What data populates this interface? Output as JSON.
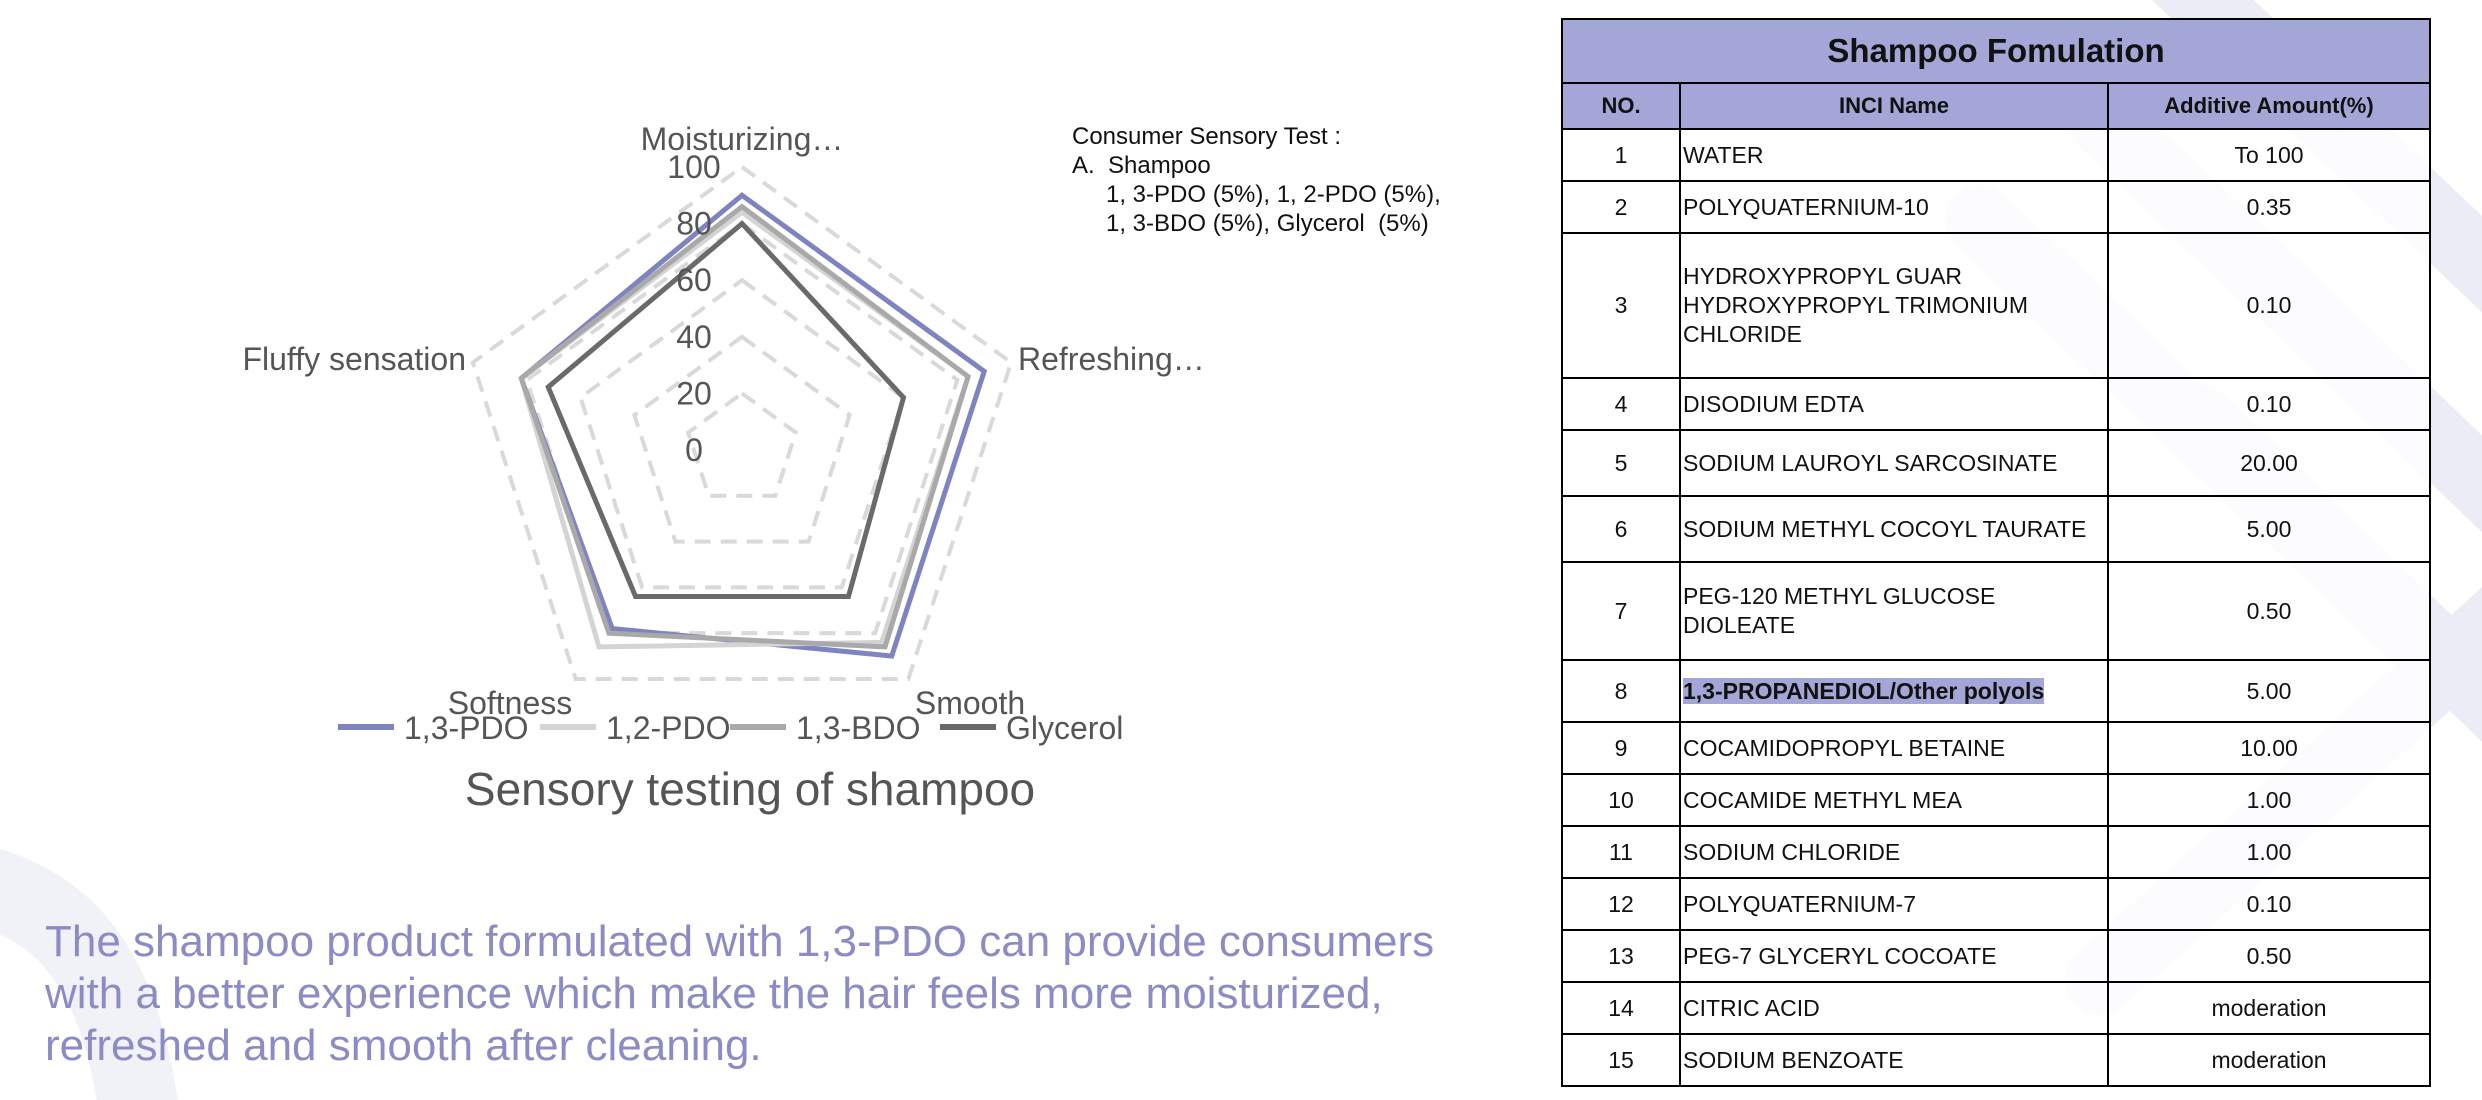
{
  "chart_data": {
    "type": "radar",
    "title": "Sensory testing of shampoo",
    "axes": [
      "Moisturizing…",
      "Refreshing…",
      "Smooth",
      "Softness",
      "Fluffy sensation"
    ],
    "r_ticks": [
      "100",
      "80",
      "60",
      "40",
      "20",
      "0"
    ],
    "rlim": [
      0,
      100
    ],
    "legend_position": "bottom",
    "series": [
      {
        "name": "1,3-PDO",
        "color": "#7e83c2",
        "values": [
          90,
          90,
          90,
          78,
          82
        ]
      },
      {
        "name": "1,2-PDO",
        "color": "#d4d4d4",
        "values": [
          84,
          84,
          84,
          86,
          82
        ]
      },
      {
        "name": "1,3-BDO",
        "color": "#a9a9a9",
        "values": [
          86,
          84,
          86,
          80,
          82
        ]
      },
      {
        "name": "Glycerol",
        "color": "#6a6a6a",
        "values": [
          80,
          60,
          64,
          64,
          72
        ]
      }
    ]
  },
  "note": {
    "line0": "Consumer Sensory Test :",
    "line1": "A.  Shampoo",
    "line2": "1, 3-PDO (5%), 1, 2-PDO (5%),",
    "line3": "1, 3-BDO (5%), Glycerol  (5%)"
  },
  "summary": "The shampoo product formulated with 1,3-PDO can provide consumers with a better experience which make the hair feels more moisturized, refreshed and smooth after cleaning.",
  "table": {
    "title": "Shampoo Fomulation",
    "headers": [
      "NO.",
      "INCI Name",
      "Additive Amount(%)"
    ],
    "rows": [
      {
        "no": "1",
        "name": "WATER",
        "amount": "To 100"
      },
      {
        "no": "2",
        "name": "POLYQUATERNIUM-10",
        "amount": "0.35"
      },
      {
        "no": "3",
        "name": "HYDROXYPROPYL GUAR HYDROXYPROPYL TRIMONIUM CHLORIDE",
        "amount": "0.10"
      },
      {
        "no": "4",
        "name": "DISODIUM EDTA",
        "amount": "0.10"
      },
      {
        "no": "5",
        "name": "SODIUM LAUROYL SARCOSINATE",
        "amount": "20.00"
      },
      {
        "no": "6",
        "name": "SODIUM METHYL COCOYL TAURATE",
        "amount": "5.00"
      },
      {
        "no": "7",
        "name": "PEG-120 METHYL GLUCOSE DIOLEATE",
        "amount": "0.50"
      },
      {
        "no": "8",
        "name": "1,3-PROPANEDIOL/Other polyols",
        "amount": "5.00"
      },
      {
        "no": "9",
        "name": "COCAMIDOPROPYL BETAINE",
        "amount": "10.00"
      },
      {
        "no": "10",
        "name": "COCAMIDE METHYL MEA",
        "amount": "1.00"
      },
      {
        "no": "11",
        "name": "SODIUM CHLORIDE",
        "amount": "1.00"
      },
      {
        "no": "12",
        "name": "POLYQUATERNIUM-7",
        "amount": "0.10"
      },
      {
        "no": "13",
        "name": "PEG-7 GLYCERYL COCOATE",
        "amount": "0.50"
      },
      {
        "no": "14",
        "name": "CITRIC ACID",
        "amount": "moderation"
      },
      {
        "no": "15",
        "name": "SODIUM BENZOATE",
        "amount": "moderation"
      }
    ]
  },
  "colors": {
    "header_fill": "#a3a6d6",
    "accent_text": "#8b8bc6",
    "decoration": "#ececf7"
  }
}
